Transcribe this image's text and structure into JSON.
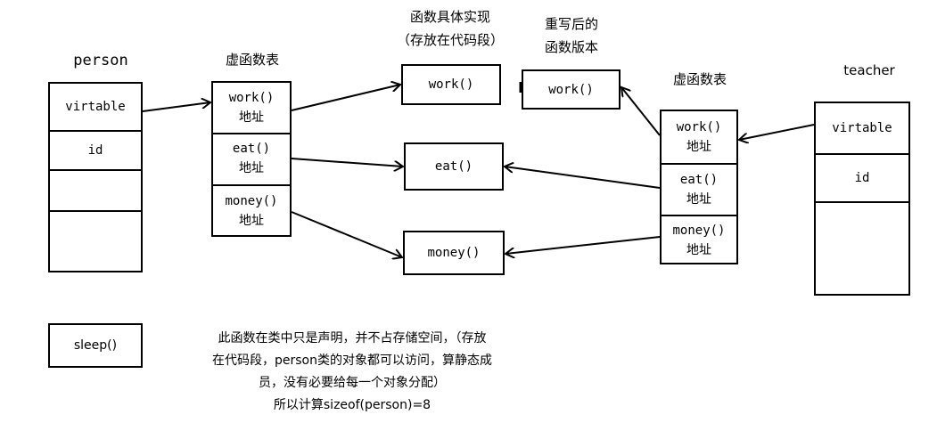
{
  "person": {
    "title": "person",
    "cells": [
      "virtable",
      "id",
      "",
      ""
    ]
  },
  "vtable_left": {
    "title": "虚函数表",
    "entries": [
      {
        "name": "work()",
        "addr": "地址"
      },
      {
        "name": "eat()",
        "addr": "地址"
      },
      {
        "name": "money()",
        "addr": "地址"
      }
    ]
  },
  "impl": {
    "title_line1": "函数具体实现",
    "title_line2": "（存放在代码段）",
    "work": "work()",
    "eat": "eat()",
    "money": "money()"
  },
  "rewritten": {
    "title_line1": "重写后的",
    "title_line2": "函数版本",
    "work": "work()"
  },
  "vtable_right": {
    "title": "虚函数表",
    "entries": [
      {
        "name": "work()",
        "addr": "地址"
      },
      {
        "name": "eat()",
        "addr": "地址"
      },
      {
        "name": "money()",
        "addr": "地址"
      }
    ]
  },
  "teacher": {
    "title": "teacher",
    "cells": [
      "virtable",
      "id",
      ""
    ]
  },
  "sleep": {
    "label": "sleep()"
  },
  "note": {
    "line1": "此函数在类中只是声明，并不占存储空间，（存放",
    "line2": "在代码段，person类的对象都可以访问，算静态成",
    "line3": "员，没有必要给每一个对象分配）",
    "line4": "所以计算sizeof(person)=8"
  }
}
